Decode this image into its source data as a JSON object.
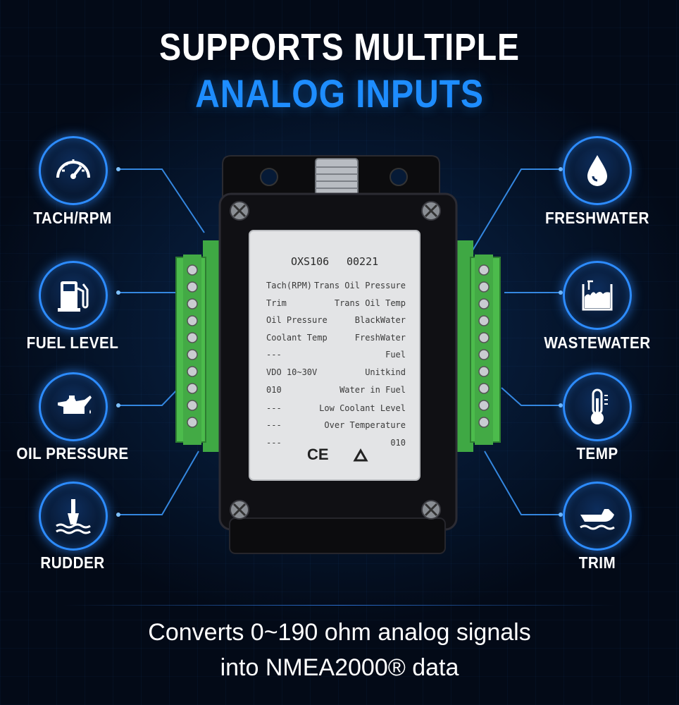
{
  "heading": {
    "line1": "SUPPORTS MULTIPLE",
    "line2": "ANALOG INPUTS"
  },
  "inputs_left": [
    {
      "label": "TACH/RPM",
      "icon": "tachometer-icon"
    },
    {
      "label": "FUEL LEVEL",
      "icon": "fuel-pump-icon"
    },
    {
      "label": "OIL PRESSURE",
      "icon": "oil-can-icon"
    },
    {
      "label": "RUDDER",
      "icon": "rudder-icon"
    }
  ],
  "inputs_right": [
    {
      "label": "FRESHWATER",
      "icon": "water-drop-icon"
    },
    {
      "label": "WASTEWATER",
      "icon": "waste-tank-icon"
    },
    {
      "label": "TEMP",
      "icon": "thermometer-icon"
    },
    {
      "label": "TRIM",
      "icon": "boat-trim-icon"
    }
  ],
  "device_label": {
    "model": "OXS106",
    "serial": "00221",
    "left_column": [
      "Tach(RPM)",
      "Trim",
      "Oil Pressure",
      "Coolant Temp",
      "---",
      "VDO 10~30V",
      "010",
      "---",
      "---",
      "---"
    ],
    "right_column": [
      "Trans Oil Pressure",
      "Trans Oil Temp",
      "BlackWater",
      "FreshWater",
      "Fuel",
      "Unitkind",
      "Water in Fuel",
      "Low Coolant Level",
      "Over Temperature",
      "010"
    ],
    "marks": "CE"
  },
  "tagline": {
    "line1": "Converts 0~190 ohm analog signals",
    "line2": "into NMEA2000® data"
  },
  "colors": {
    "accent": "#1e8dff",
    "terminal_green": "#3fa844",
    "background": "#061a36"
  }
}
